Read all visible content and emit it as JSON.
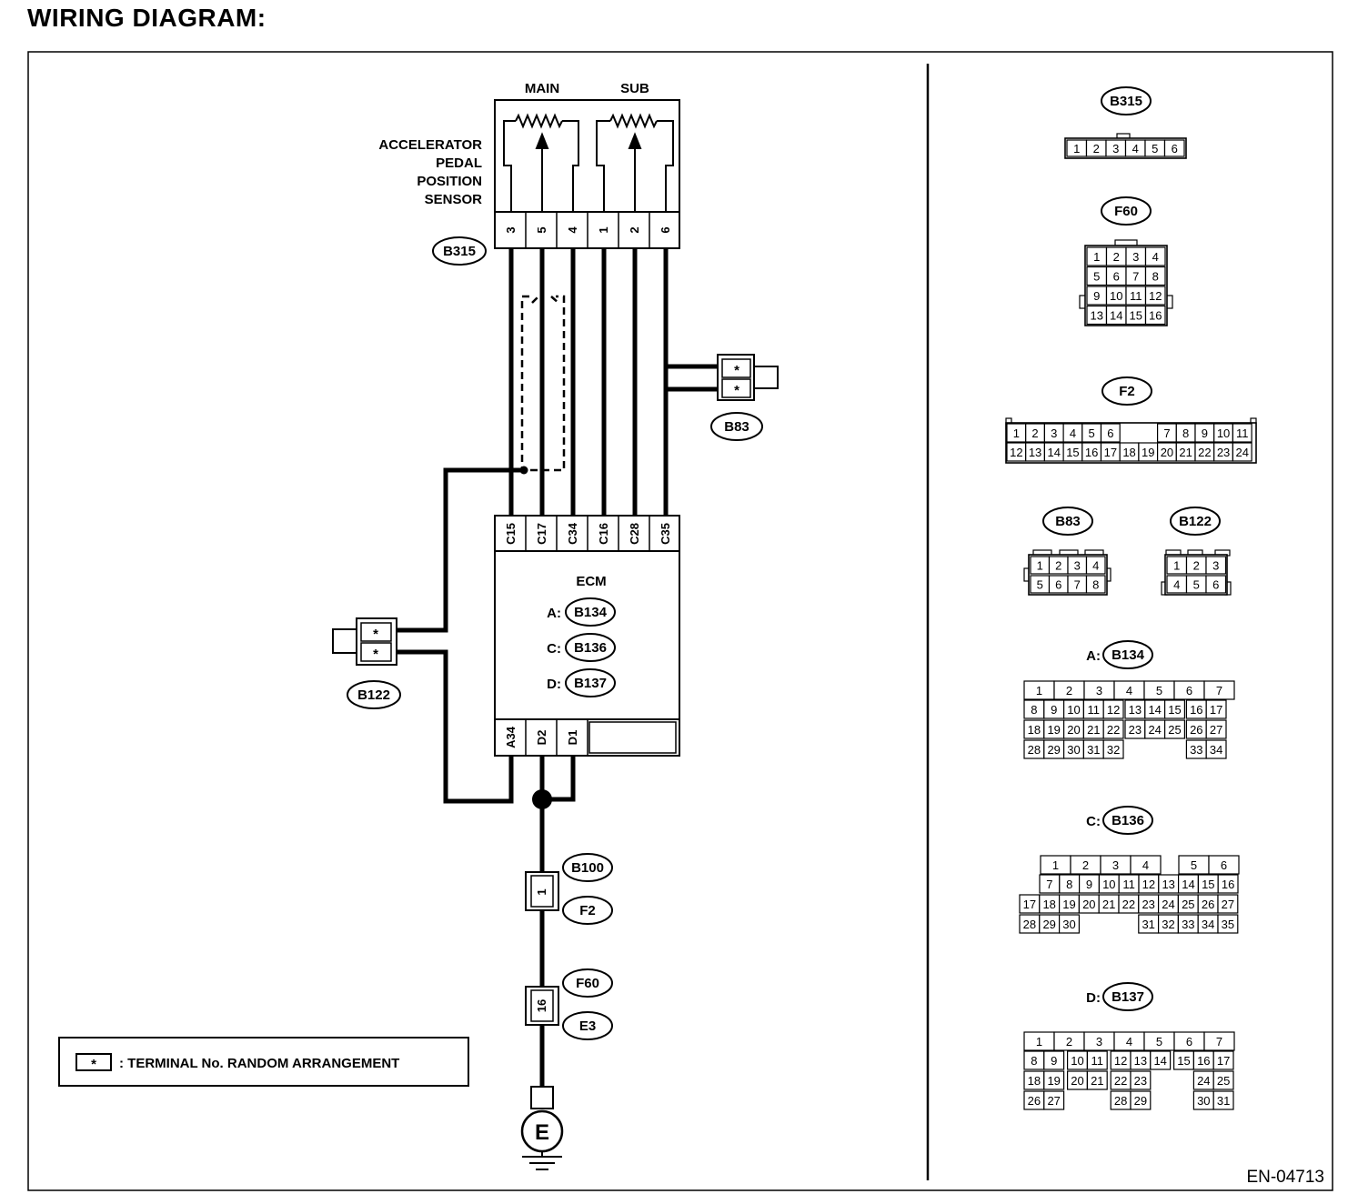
{
  "title": "WIRING DIAGRAM:",
  "diagram_code": "EN-04713",
  "sensor": {
    "label_lines": [
      "ACCELERATOR",
      "PEDAL",
      "POSITION",
      "SENSOR"
    ],
    "main_label": "MAIN",
    "sub_label": "SUB",
    "connector": "B315",
    "pins": [
      "3",
      "5",
      "4",
      "1",
      "2",
      "6"
    ]
  },
  "ecm": {
    "label": "ECM",
    "top_pins": [
      "C15",
      "C17",
      "C34",
      "C16",
      "C28",
      "C35"
    ],
    "bottom_pins": [
      "A34",
      "D2",
      "D1"
    ],
    "connectors": [
      {
        "prefix": "A:",
        "id": "B134"
      },
      {
        "prefix": "C:",
        "id": "B136"
      },
      {
        "prefix": "D:",
        "id": "B137"
      }
    ]
  },
  "joint_connectors": {
    "b83": {
      "id": "B83",
      "pins": [
        "*",
        "*"
      ]
    },
    "b122": {
      "id": "B122",
      "pins": [
        "*",
        "*"
      ]
    }
  },
  "ground_path": {
    "conn1": {
      "pin": "1",
      "ids": [
        "B100",
        "F2"
      ]
    },
    "conn2": {
      "pin": "16",
      "ids": [
        "F60",
        "E3"
      ]
    },
    "ground": "E"
  },
  "legend": {
    "symbol": "*",
    "text": ": TERMINAL No. RANDOM ARRANGEMENT"
  },
  "connector_views": {
    "b315": {
      "id": "B315",
      "rows": [
        [
          "1",
          "2",
          "3",
          "4",
          "5",
          "6"
        ]
      ]
    },
    "f60": {
      "id": "F60",
      "rows": [
        [
          "1",
          "2",
          "3",
          "4"
        ],
        [
          "5",
          "6",
          "7",
          "8"
        ],
        [
          "9",
          "10",
          "11",
          "12"
        ],
        [
          "13",
          "14",
          "15",
          "16"
        ]
      ]
    },
    "f2": {
      "id": "F2",
      "rows": [
        [
          "1",
          "2",
          "3",
          "4",
          "5",
          "6",
          "",
          "7",
          "8",
          "9",
          "10",
          "11"
        ],
        [
          "12",
          "13",
          "14",
          "15",
          "16",
          "17",
          "18",
          "19",
          "20",
          "21",
          "22",
          "23",
          "24"
        ]
      ]
    },
    "b83": {
      "id": "B83",
      "rows": [
        [
          "1",
          "2",
          "3",
          "4"
        ],
        [
          "5",
          "6",
          "7",
          "8"
        ]
      ]
    },
    "b122": {
      "id": "B122",
      "rows": [
        [
          "1",
          "2",
          "3"
        ],
        [
          "4",
          "5",
          "6"
        ]
      ]
    },
    "b134": {
      "prefix": "A:",
      "id": "B134",
      "rows": [
        [
          "1",
          "2",
          "3",
          "4",
          "5",
          "6",
          "7"
        ],
        [
          "8",
          "9",
          "10",
          "11",
          "12",
          "13",
          "14",
          "15",
          "16",
          "17"
        ],
        [
          "18",
          "19",
          "20",
          "21",
          "22",
          "23",
          "24",
          "25",
          "26",
          "27"
        ],
        [
          "28",
          "29",
          "30",
          "31",
          "32",
          "33",
          "34"
        ]
      ]
    },
    "b136": {
      "prefix": "C:",
      "id": "B136",
      "rows": [
        [
          "1",
          "2",
          "3",
          "4",
          "5",
          "6"
        ],
        [
          "7",
          "8",
          "9",
          "10",
          "11",
          "12",
          "13",
          "14",
          "15",
          "16"
        ],
        [
          "17",
          "18",
          "19",
          "20",
          "21",
          "22",
          "23",
          "24",
          "25",
          "26",
          "27"
        ],
        [
          "28",
          "29",
          "30",
          "31",
          "32",
          "33",
          "34",
          "35"
        ]
      ]
    },
    "b137": {
      "prefix": "D:",
      "id": "B137",
      "rows": [
        [
          "1",
          "2",
          "3",
          "4",
          "5",
          "6",
          "7"
        ],
        [
          "8",
          "9",
          "10",
          "11",
          "12",
          "13",
          "14",
          "15",
          "16",
          "17"
        ],
        [
          "18",
          "19",
          "20",
          "21",
          "22",
          "23",
          "24",
          "25"
        ],
        [
          "26",
          "27",
          "28",
          "29",
          "30",
          "31"
        ]
      ]
    }
  }
}
